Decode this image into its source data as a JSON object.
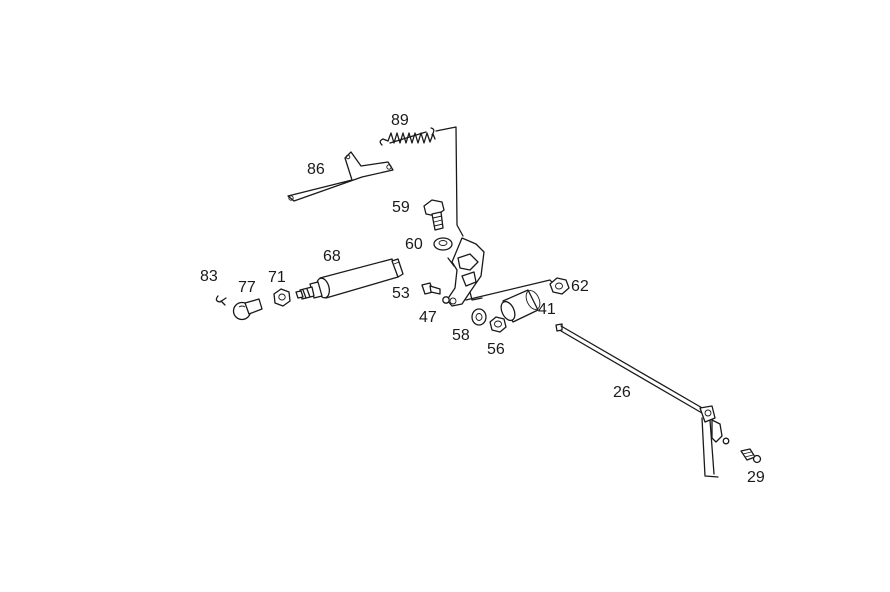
{
  "diagram": {
    "callouts": {
      "c26": "26",
      "c29": "29",
      "c41": "41",
      "c47": "47",
      "c53": "53",
      "c56": "56",
      "c58": "58",
      "c59": "59",
      "c60": "60",
      "c62": "62",
      "c68": "68",
      "c71": "71",
      "c77": "77",
      "c83": "83",
      "c86": "86",
      "c89": "89"
    },
    "colors": {
      "ink": "#1a1a1a",
      "paper": "#ffffff"
    }
  }
}
